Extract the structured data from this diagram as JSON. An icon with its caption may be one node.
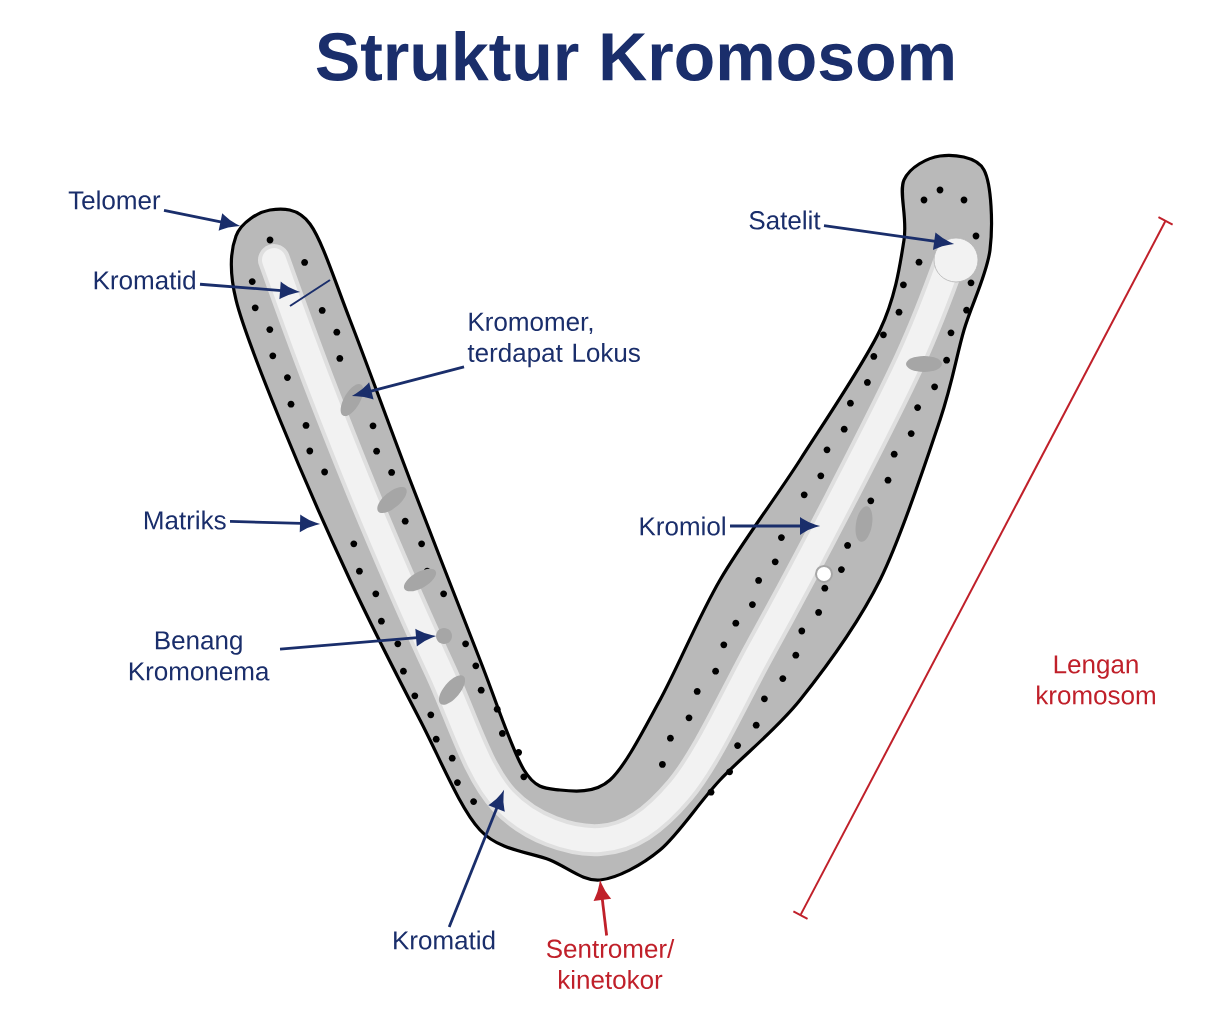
{
  "diagram": {
    "title": "Struktur Kromosom",
    "nodes": [
      {
        "text": [
          "Telomer"
        ]
      },
      {
        "text": [
          "Kromatid"
        ]
      },
      {
        "text": [
          "Kromomer, terdapat Lokus"
        ]
      },
      {
        "text": [
          "Matriks"
        ]
      },
      {
        "text": [
          "Benang Kromonema"
        ]
      },
      {
        "text": [
          "Kromatid"
        ]
      },
      {
        "text": [
          "Sentromer/ kinetokor"
        ]
      },
      {
        "text": [
          "Satelit"
        ]
      },
      {
        "text": [
          "Kromiol"
        ]
      }
    ],
    "edges": [
      {
        "from": 0,
        "to": null,
        "arrow": "to"
      },
      {
        "from": 1,
        "to": null,
        "arrow": "to"
      },
      {
        "from": 2,
        "to": null,
        "arrow": "to"
      },
      {
        "from": 3,
        "to": null,
        "arrow": "to"
      },
      {
        "from": 4,
        "to": null,
        "arrow": "to"
      },
      {
        "from": 5,
        "to": null,
        "arrow": "to"
      },
      {
        "from": 6,
        "to": null,
        "arrow": "to",
        "color": "#c0202a"
      },
      {
        "from": 7,
        "to": null,
        "arrow": "to"
      },
      {
        "from": 8,
        "to": null,
        "arrow": "to"
      }
    ],
    "labels": [
      "Lengan kromosom"
    ]
  }
}
